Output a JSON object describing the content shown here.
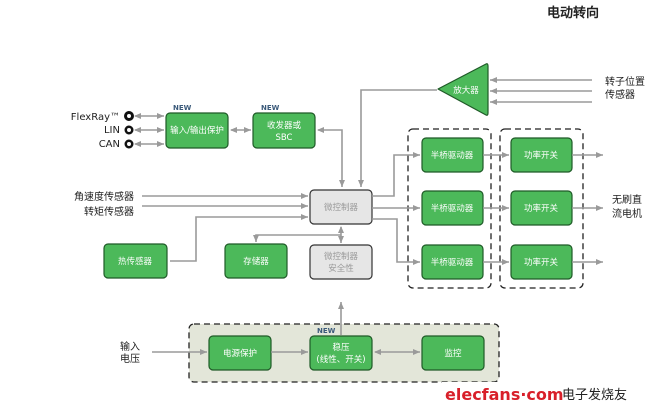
{
  "title": "电动转向",
  "bus_labels": [
    "FlexRay™",
    "LIN",
    "CAN"
  ],
  "blocks": {
    "io_protect": "输入/输出保护",
    "transceiver": [
      "收发器或",
      "SBC"
    ],
    "amplifier": "放大器",
    "mcu": "微控制器",
    "mcu_safety": [
      "微控制器",
      "安全性"
    ],
    "thermal_sensor": "热传感器",
    "memory": "存储器",
    "half_bridge": [
      "半桥驱动器",
      "半桥驱动器",
      "半桥驱动器"
    ],
    "power_switch": [
      "功率开关",
      "功率开关",
      "功率开关"
    ],
    "power_protect": "电源保护",
    "regulator": [
      "稳压",
      "(线性、开关)"
    ],
    "monitor": "监控"
  },
  "badges": {
    "new": "NEW"
  },
  "inputs": {
    "angular_rate": "角速度传感器",
    "torque": "转矩传感器",
    "rotor_position": [
      "转子位置",
      "传感器"
    ],
    "input_voltage": [
      "输入",
      "电压"
    ]
  },
  "outputs": {
    "bldc_motor": [
      "无刷直",
      "流电机"
    ]
  },
  "watermark": {
    "site": "elecfans·com",
    "cn": "电子发烧友"
  }
}
